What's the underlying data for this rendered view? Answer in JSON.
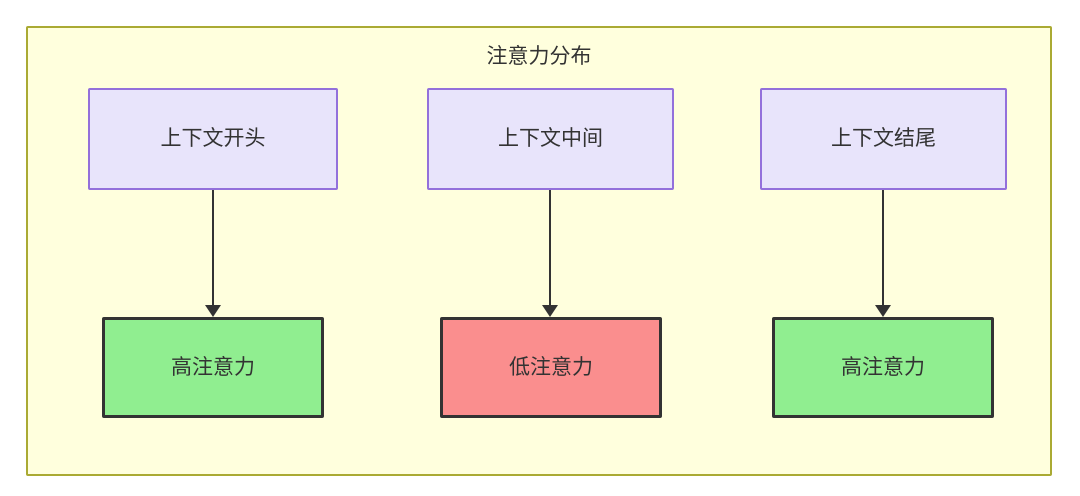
{
  "diagram": {
    "title": "注意力分布",
    "background_color": "#ffffdd",
    "frame_border_color": "#aaaa33",
    "page_background": "#ffffff",
    "columns": [
      {
        "id": "col-start",
        "source": {
          "label": "上下文开头",
          "fill": "#e8e4fb",
          "stroke": "#9370db"
        },
        "target": {
          "label": "高注意力",
          "fill": "#90ee90",
          "stroke": "#333333"
        },
        "edge": {
          "label": "",
          "direction": "down"
        }
      },
      {
        "id": "col-middle",
        "source": {
          "label": "上下文中间",
          "fill": "#e8e4fb",
          "stroke": "#9370db"
        },
        "target": {
          "label": "低注意力",
          "fill": "#fa8e8e",
          "stroke": "#333333"
        },
        "edge": {
          "label": "",
          "direction": "down"
        }
      },
      {
        "id": "col-end",
        "source": {
          "label": "上下文结尾",
          "fill": "#e8e4fb",
          "stroke": "#9370db"
        },
        "target": {
          "label": "高注意力",
          "fill": "#90ee90",
          "stroke": "#333333"
        },
        "edge": {
          "label": "",
          "direction": "down"
        }
      }
    ]
  }
}
